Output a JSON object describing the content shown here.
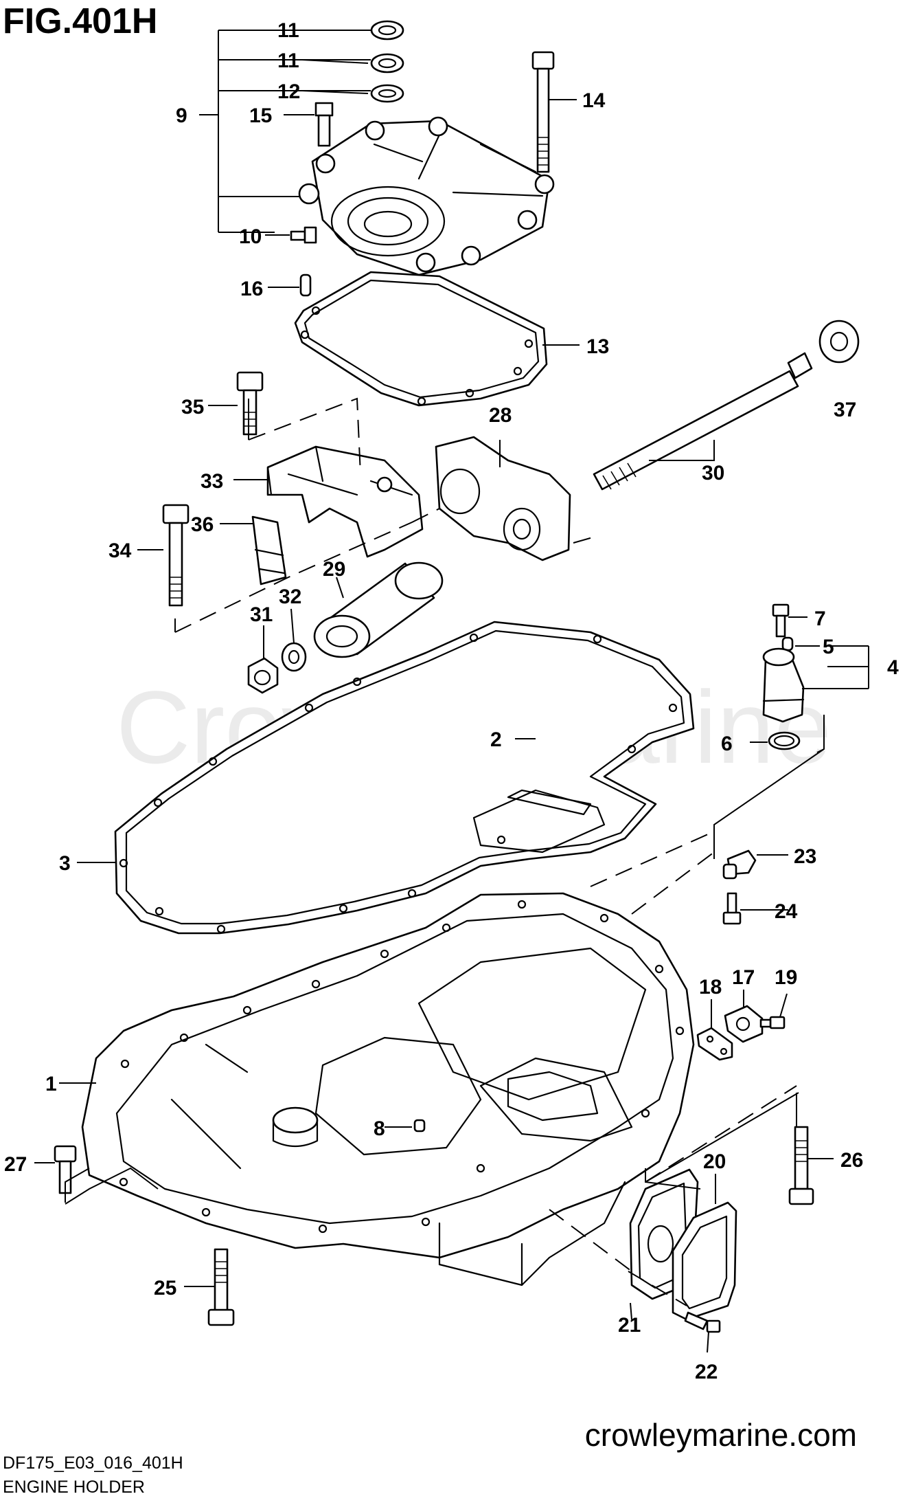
{
  "figure": {
    "title": "FIG.401H",
    "code": "DF175_E03_016_401H",
    "name": "ENGINE HOLDER",
    "watermark": "Crowley Marine",
    "website": "crowleymarine.com"
  },
  "callouts": [
    {
      "id": "c11a",
      "label": "11"
    },
    {
      "id": "c11b",
      "label": "11"
    },
    {
      "id": "c12",
      "label": "12"
    },
    {
      "id": "c9",
      "label": "9"
    },
    {
      "id": "c15",
      "label": "15"
    },
    {
      "id": "c14",
      "label": "14"
    },
    {
      "id": "c10",
      "label": "10"
    },
    {
      "id": "c16",
      "label": "16"
    },
    {
      "id": "c13",
      "label": "13"
    },
    {
      "id": "c37",
      "label": "37"
    },
    {
      "id": "c35",
      "label": "35"
    },
    {
      "id": "c28",
      "label": "28"
    },
    {
      "id": "c30",
      "label": "30"
    },
    {
      "id": "c33",
      "label": "33"
    },
    {
      "id": "c36",
      "label": "36"
    },
    {
      "id": "c34",
      "label": "34"
    },
    {
      "id": "c29",
      "label": "29"
    },
    {
      "id": "c32",
      "label": "32"
    },
    {
      "id": "c31",
      "label": "31"
    },
    {
      "id": "c7",
      "label": "7"
    },
    {
      "id": "c5",
      "label": "5"
    },
    {
      "id": "c4",
      "label": "4"
    },
    {
      "id": "c2",
      "label": "2"
    },
    {
      "id": "c6",
      "label": "6"
    },
    {
      "id": "c3",
      "label": "3"
    },
    {
      "id": "c23",
      "label": "23"
    },
    {
      "id": "c24",
      "label": "24"
    },
    {
      "id": "c17",
      "label": "17"
    },
    {
      "id": "c19",
      "label": "19"
    },
    {
      "id": "c18",
      "label": "18"
    },
    {
      "id": "c1",
      "label": "1"
    },
    {
      "id": "c8",
      "label": "8"
    },
    {
      "id": "c20",
      "label": "20"
    },
    {
      "id": "c26",
      "label": "26"
    },
    {
      "id": "c27",
      "label": "27"
    },
    {
      "id": "c25",
      "label": "25"
    },
    {
      "id": "c21",
      "label": "21"
    },
    {
      "id": "c22",
      "label": "22"
    }
  ]
}
